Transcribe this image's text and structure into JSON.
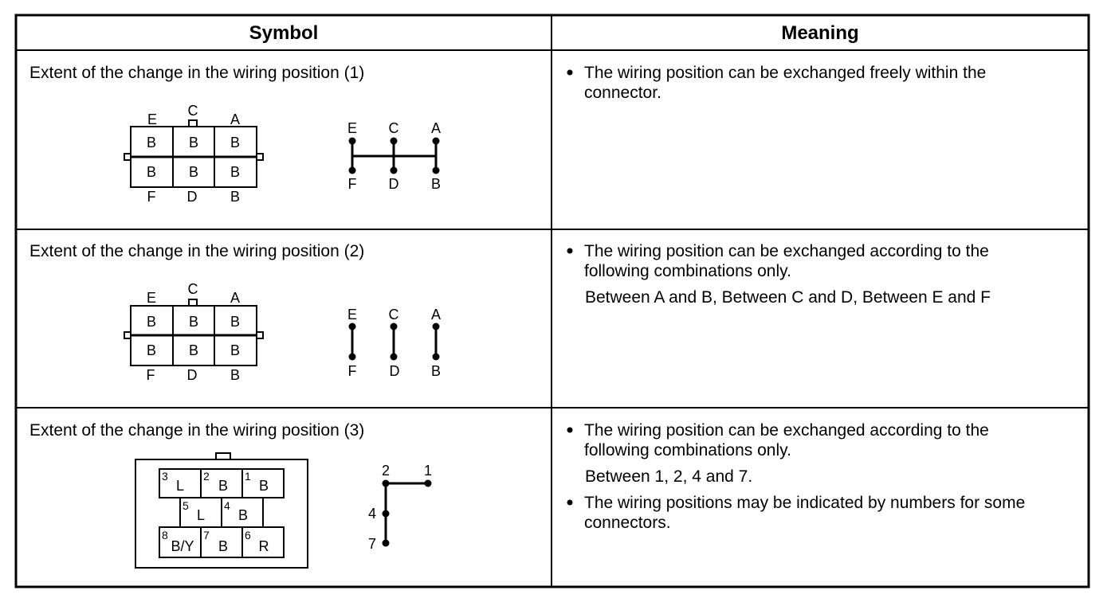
{
  "table": {
    "header_symbol": "Symbol",
    "header_meaning": "Meaning"
  },
  "rows": [
    {
      "title": "Extent of the change in the wiring position (1)",
      "connector": {
        "top": [
          "E",
          "C",
          "A"
        ],
        "cells_top": [
          "B",
          "B",
          "B"
        ],
        "cells_bottom": [
          "B",
          "B",
          "B"
        ],
        "bottom": [
          "F",
          "D",
          "B"
        ]
      },
      "schematic": {
        "top": [
          "E",
          "C",
          "A"
        ],
        "bottom": [
          "F",
          "D",
          "B"
        ]
      },
      "meaning": [
        {
          "bullet": true,
          "lines": [
            "The wiring position can be exchanged freely within the",
            "connector."
          ]
        }
      ]
    },
    {
      "title": "Extent of the change in the wiring position (2)",
      "connector": {
        "top": [
          "E",
          "C",
          "A"
        ],
        "cells_top": [
          "B",
          "B",
          "B"
        ],
        "cells_bottom": [
          "B",
          "B",
          "B"
        ],
        "bottom": [
          "F",
          "D",
          "B"
        ]
      },
      "schematic": {
        "top": [
          "E",
          "C",
          "A"
        ],
        "bottom": [
          "F",
          "D",
          "B"
        ]
      },
      "meaning": [
        {
          "bullet": true,
          "lines": [
            "The wiring position can be exchanged according to the",
            "following combinations only."
          ]
        },
        {
          "bullet": false,
          "lines": [
            "Between A and B, Between C and D, Between E and F"
          ]
        }
      ]
    },
    {
      "title": "Extent of the change in the wiring position (3)",
      "connector": {
        "row1": [
          {
            "num": "3",
            "color": "L"
          },
          {
            "num": "2",
            "color": "B"
          },
          {
            "num": "1",
            "color": "B"
          }
        ],
        "row2": [
          {
            "num": "5",
            "color": "L"
          },
          {
            "num": "4",
            "color": "B"
          }
        ],
        "row3": [
          {
            "num": "8",
            "color": "B/Y"
          },
          {
            "num": "7",
            "color": "B"
          },
          {
            "num": "6",
            "color": "R"
          }
        ]
      },
      "schematic": {
        "labels": [
          "2",
          "1",
          "4",
          "7"
        ]
      },
      "meaning": [
        {
          "bullet": true,
          "lines": [
            "The wiring position can be exchanged according to the",
            "following combinations only."
          ]
        },
        {
          "bullet": false,
          "lines": [
            "Between 1, 2, 4 and 7."
          ]
        },
        {
          "bullet": true,
          "lines": [
            "The wiring positions may be indicated by numbers for some",
            "connectors."
          ]
        }
      ]
    }
  ]
}
